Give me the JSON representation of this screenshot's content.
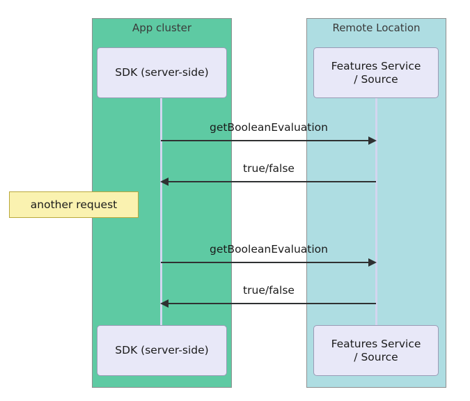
{
  "diagram": {
    "type": "sequence-diagram",
    "background": "#ffffff",
    "groups": [
      {
        "id": "app-cluster",
        "title": "App cluster",
        "color": "#5ecaa3"
      },
      {
        "id": "remote-location",
        "title": "Remote Location",
        "color": "#aedde2"
      }
    ],
    "actors": [
      {
        "id": "sdk-top",
        "label": "SDK (server-side)"
      },
      {
        "id": "features-top",
        "label": "Features Service\n/ Source"
      },
      {
        "id": "sdk-bottom",
        "label": "SDK (server-side)"
      },
      {
        "id": "features-bottom",
        "label": "Features Service\n/ Source"
      }
    ],
    "messages": [
      {
        "id": "msg-1",
        "label": "getBooleanEvaluation",
        "direction": "right"
      },
      {
        "id": "msg-2",
        "label": "true/false",
        "direction": "left"
      },
      {
        "id": "msg-3",
        "label": "getBooleanEvaluation",
        "direction": "right"
      },
      {
        "id": "msg-4",
        "label": "true/false",
        "direction": "left"
      }
    ],
    "notes": [
      {
        "id": "note-1",
        "label": "another request",
        "color": "#faf2b0"
      }
    ],
    "colors": {
      "group_left": "#5ecaa3",
      "group_right": "#aedde2",
      "actor_fill": "#e8e8f8",
      "lifeline": "#d3d6ef",
      "arrow": "#2f3132",
      "note_fill": "#faf2b0",
      "note_border": "#b9a83b"
    }
  }
}
